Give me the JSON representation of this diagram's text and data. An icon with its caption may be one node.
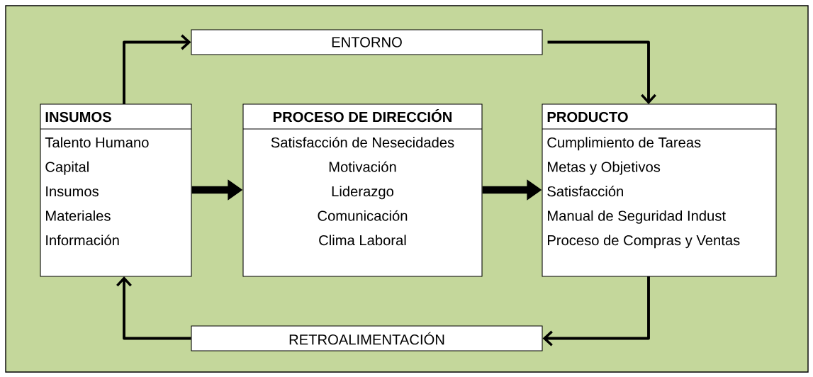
{
  "diagram": {
    "nodes": [
      {
        "text": [
          "ENTORNO"
        ]
      },
      {
        "text": [
          "INSUMOS",
          "Talento Humano",
          "Capital",
          "Insumos",
          "Materiales",
          "Información"
        ]
      },
      {
        "text": [
          "PROCESO DE DIRECCIÓN",
          "Satisfacción de Nesecidades",
          "Motivación",
          "Liderazgo",
          "Comunicación",
          "Clima Laboral"
        ]
      },
      {
        "text": [
          "PRODUCTO",
          "Cumplimiento de Tareas",
          "Metas y Objetivos",
          "Satisfacción",
          "Manual de Seguridad Indust",
          "Proceso de Compras y Ventas"
        ]
      },
      {
        "text": [
          "RETROALIMENTACIÓN"
        ]
      }
    ],
    "edges": [
      {
        "from": 1,
        "to": 0,
        "arrow": "to"
      },
      {
        "from": 0,
        "to": 3,
        "arrow": "to"
      },
      {
        "from": 1,
        "to": 2,
        "arrow": "to",
        "style": "thick"
      },
      {
        "from": 2,
        "to": 3,
        "arrow": "to",
        "style": "thick"
      },
      {
        "from": 3,
        "to": 4,
        "arrow": "to"
      },
      {
        "from": 4,
        "to": 1,
        "arrow": "to"
      }
    ]
  }
}
